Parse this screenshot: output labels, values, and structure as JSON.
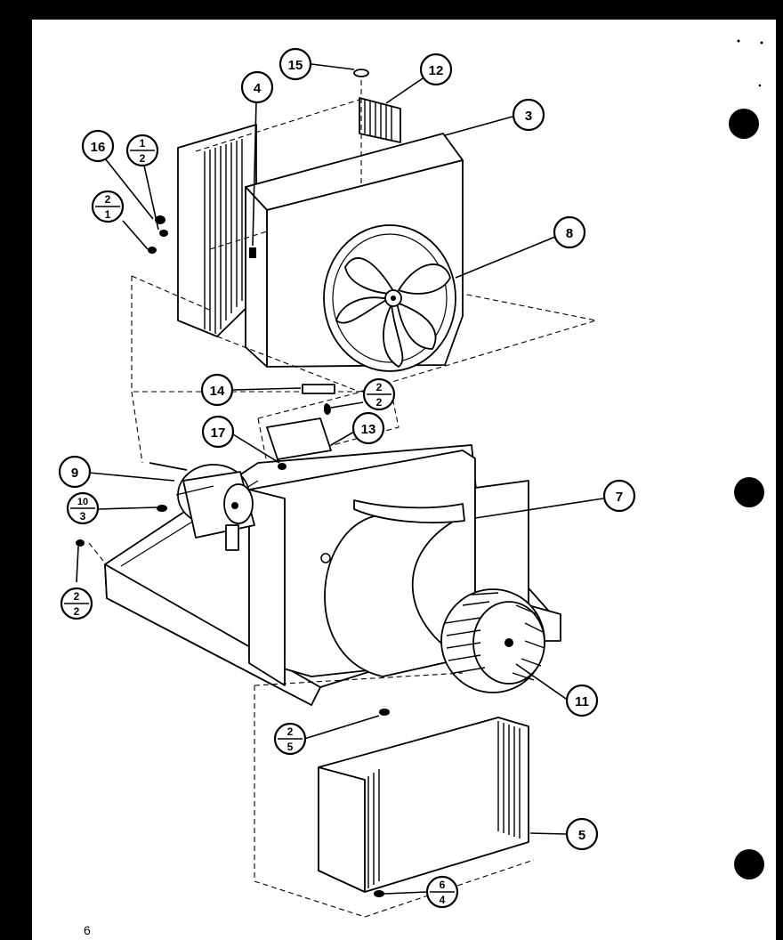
{
  "diagram": {
    "page_number": "6",
    "callouts": {
      "c15": "15",
      "c12": "12",
      "c3": "3",
      "c4": "4",
      "c16": "16",
      "c8": "8",
      "c14": "14",
      "c17": "17",
      "c13": "13",
      "c9": "9",
      "c7": "7",
      "c11": "11",
      "c5": "5"
    },
    "fraction_callouts": {
      "f1_2": {
        "top": "1",
        "bottom": "2"
      },
      "f2_1": {
        "top": "2",
        "bottom": "1"
      },
      "f2_2a": {
        "top": "2",
        "bottom": "2"
      },
      "f10_3": {
        "top": "10",
        "bottom": "3"
      },
      "f2_2b": {
        "top": "2",
        "bottom": "2"
      },
      "f2_5": {
        "top": "2",
        "bottom": "5"
      },
      "f6_4": {
        "top": "6",
        "bottom": "4"
      }
    }
  }
}
